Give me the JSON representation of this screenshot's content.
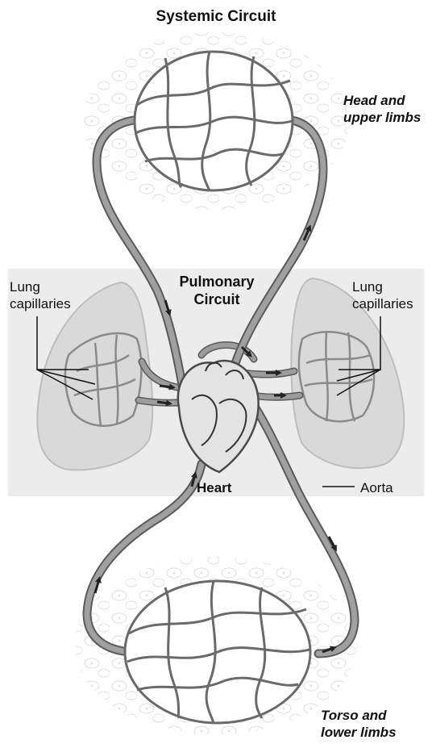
{
  "title": "Systemic Circuit",
  "labels": {
    "head_line1": "Head and",
    "head_line2": "upper limbs",
    "lung_left_line1": "Lung",
    "lung_left_line2": "capillaries",
    "pulmonary_line1": "Pulmonary",
    "pulmonary_line2": "Circuit",
    "lung_right_line1": "Lung",
    "lung_right_line2": "capillaries",
    "heart": "Heart",
    "aorta": "Aorta",
    "torso_line1": "Torso and",
    "torso_line2": "lower limbs"
  },
  "colors": {
    "vessel": "#9a9a9a",
    "vessel_edge": "#5a5a5a",
    "lung_fill": "#d8d8d8",
    "panel_fill": "#ececec",
    "arrow": "#222222",
    "text": "#111111"
  }
}
